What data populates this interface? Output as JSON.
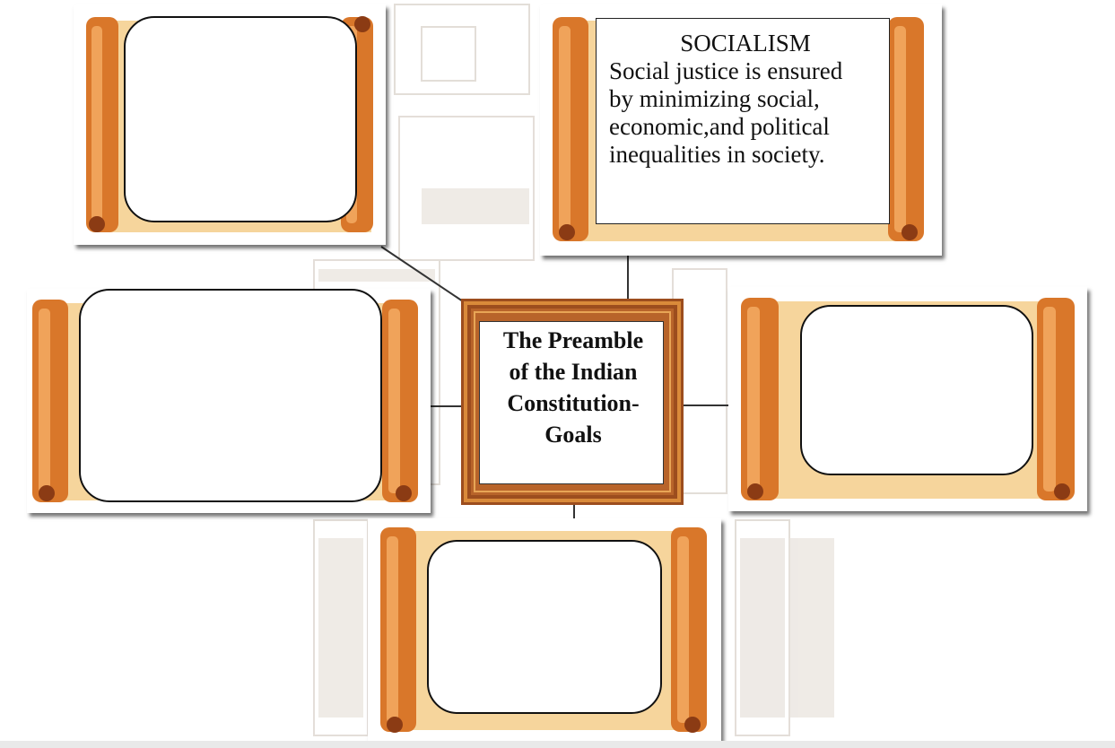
{
  "center": {
    "lines": [
      "The Preamble",
      "of the Indian",
      "Constitution-",
      "Goals"
    ]
  },
  "socialism": {
    "heading": "SOCIALISM",
    "lines": [
      "Social justice is ensured",
      "by minimizing social,",
      "economic,and political",
      "inequalities in society."
    ]
  },
  "colors": {
    "scroll_orange": "#d9772a",
    "scroll_light": "#f4c98a",
    "frame_brown": "#9c4d1e",
    "connector": "#333333"
  },
  "icons": [
    "scroll-frame-icon",
    "picture-frame-icon",
    "background-manuscript-icon"
  ]
}
